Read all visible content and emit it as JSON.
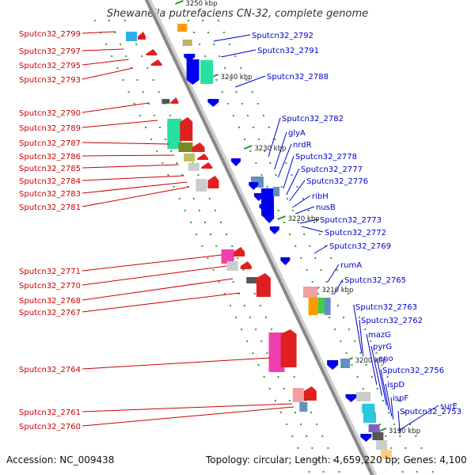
{
  "title": "Shewanella putrefaciens CN-32, complete genome",
  "footer": {
    "accession": "Accession: NC_009438",
    "summary": "Topology: circular; Length: 4,659,220 bp; Genes: 4,100"
  },
  "colors": {
    "left_label": "#cc0000",
    "right_label": "#0000cc",
    "backbone": "#888888",
    "tick_major": "#2e8b2e",
    "tick_minor": "#3a9a3a"
  },
  "kbp_labels": [
    "3250 kbp",
    "3240 kbp",
    "3230 kbp",
    "3220 kbp",
    "3210 kbp",
    "3200 kbp",
    "3190 kbp"
  ],
  "left_genes": [
    "Sputcn32_2799",
    "Sputcn32_2797",
    "Sputcn32_2795",
    "Sputcn32_2793",
    "Sputcn32_2790",
    "Sputcn32_2789",
    "Sputcn32_2787",
    "Sputcn32_2786",
    "Sputcn32_2785",
    "Sputcn32_2784",
    "Sputcn32_2783",
    "Sputcn32_2781",
    "Sputcn32_2771",
    "Sputcn32_2770",
    "Sputcn32_2768",
    "Sputcn32_2767",
    "Sputcn32_2764",
    "Sputcn32_2761",
    "Sputcn32_2760"
  ],
  "right_genes": [
    "Sputcn32_2792",
    "Sputcn32_2791",
    "Sputcn32_2788",
    "Sputcn32_2782",
    "glyA",
    "nrdR",
    "Sputcn32_2778",
    "Sputcn32_2777",
    "Sputcn32_2776",
    "ribH",
    "nusB",
    "Sputcn32_2773",
    "Sputcn32_2772",
    "Sputcn32_2769",
    "rumA",
    "Sputcn32_2765",
    "Sputcn32_2763",
    "Sputcn32_2762",
    "mazG",
    "pyrG",
    "eno",
    "Sputcn32_2756",
    "ispD",
    "ispF",
    "surE",
    "Sputcn32_2753"
  ]
}
